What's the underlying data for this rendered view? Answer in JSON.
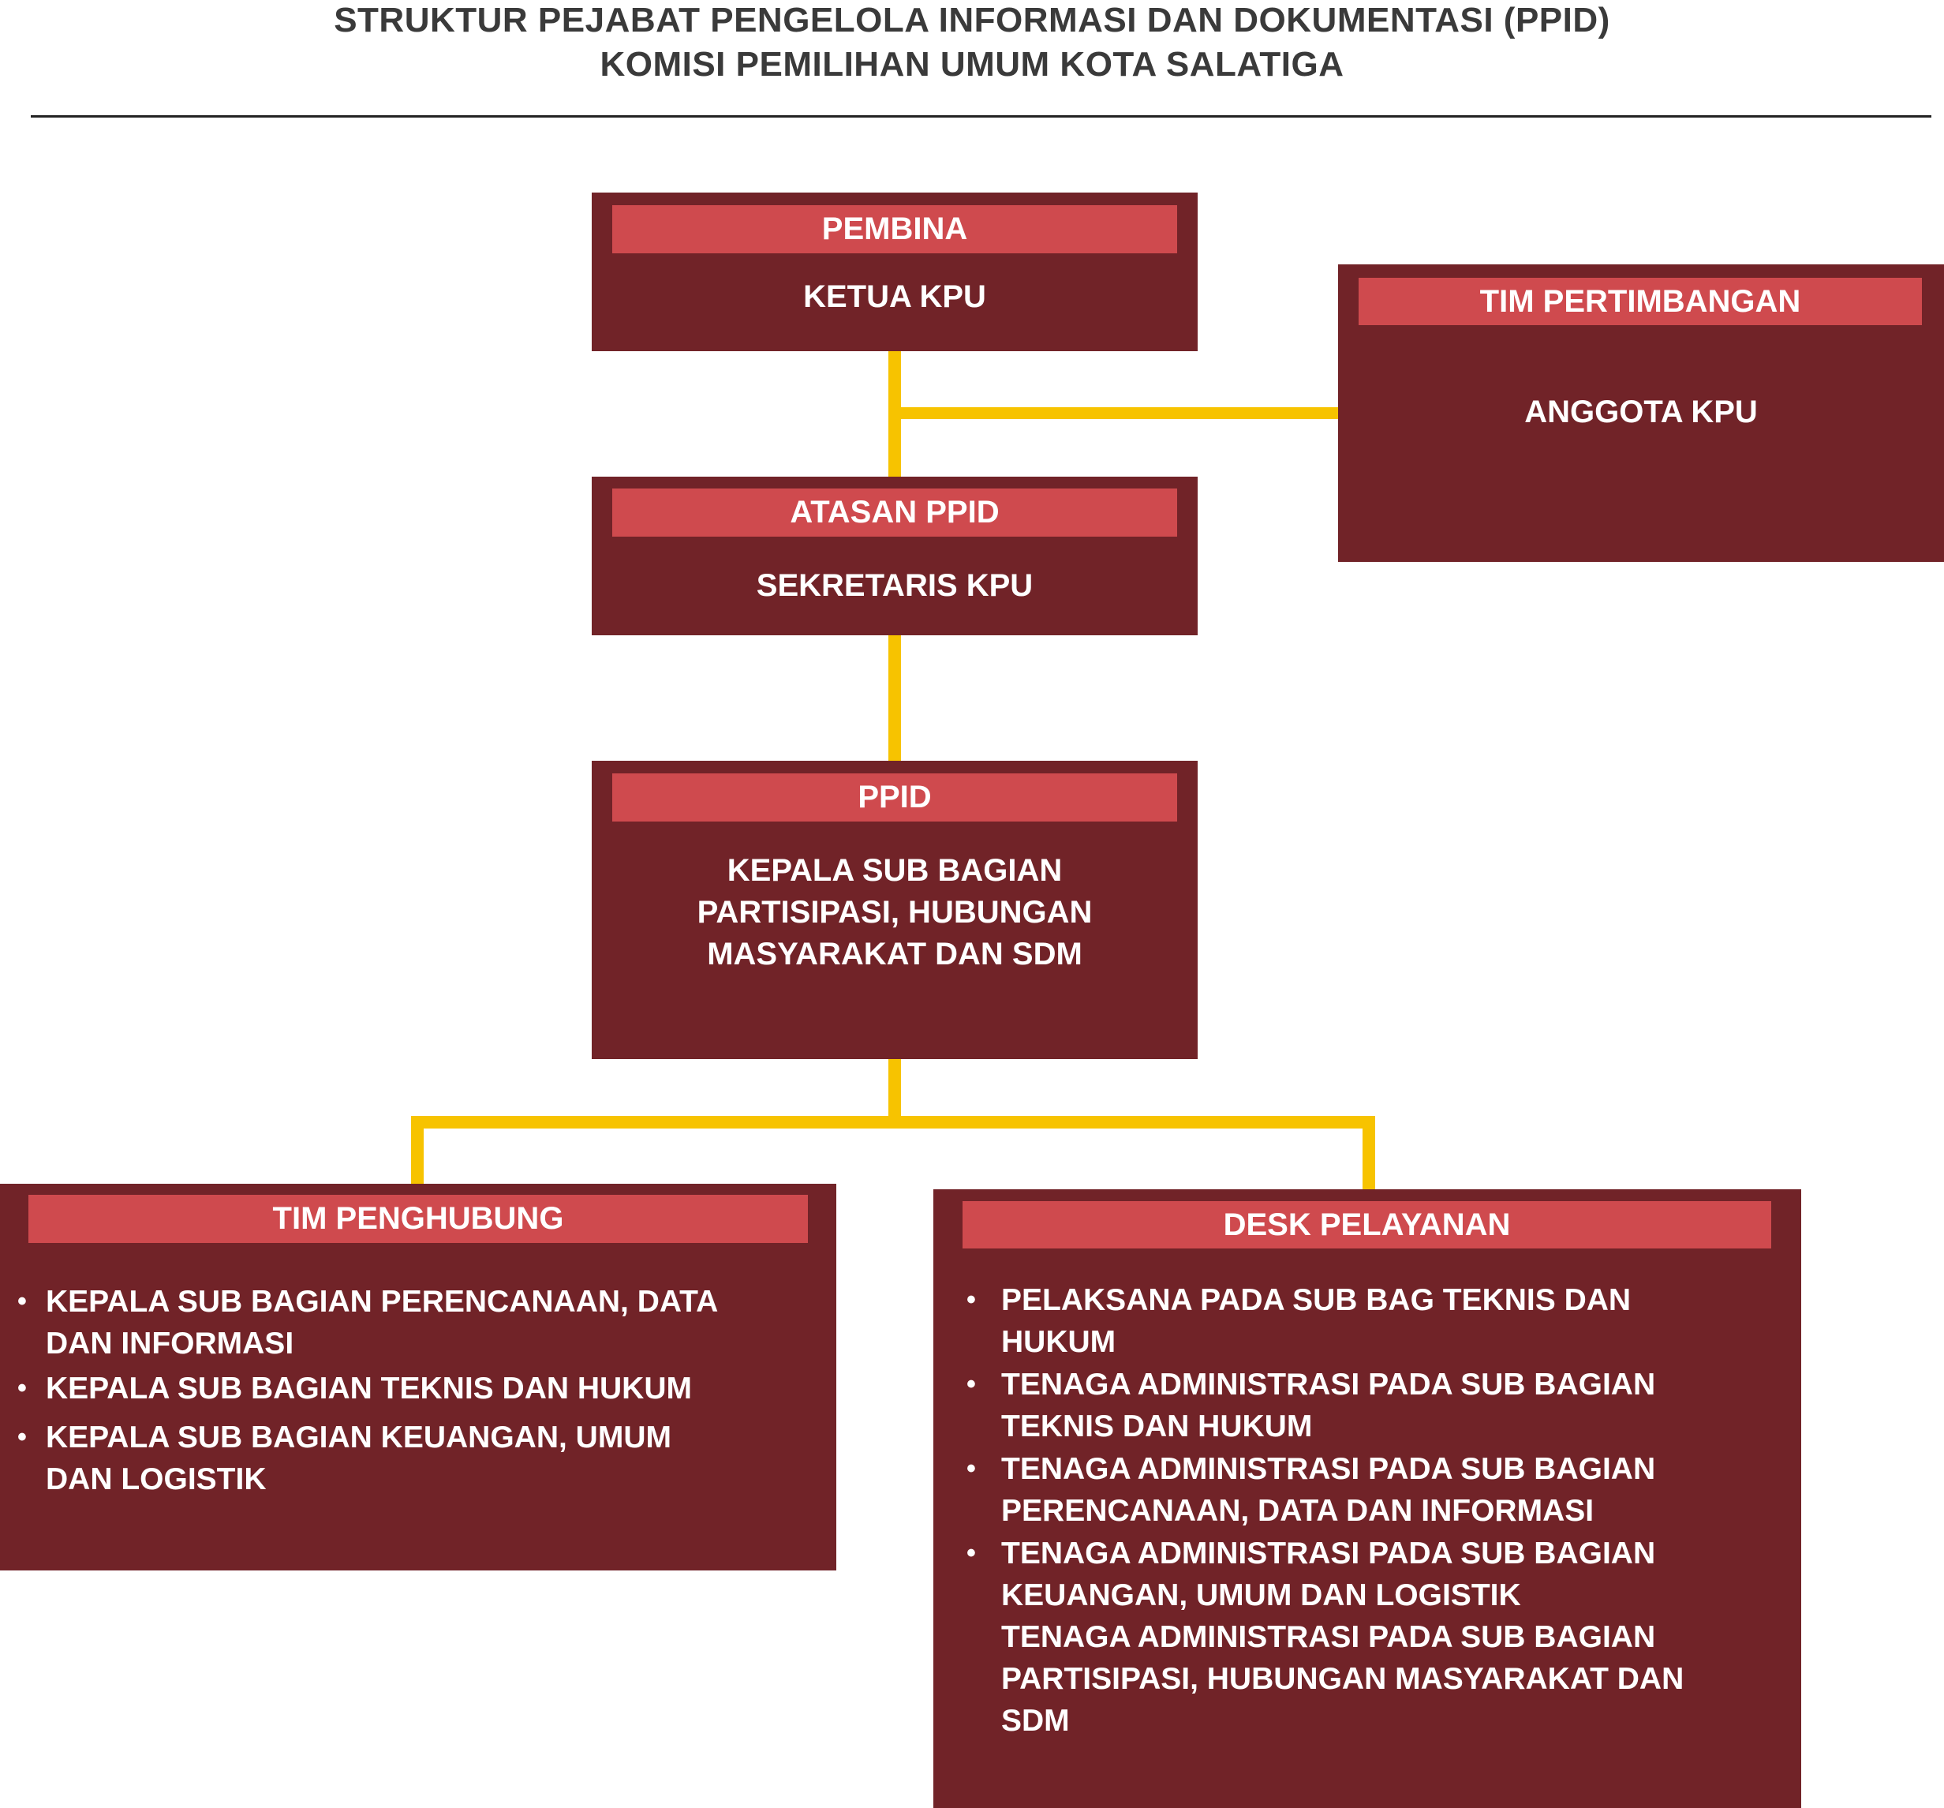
{
  "title": {
    "line1": "STRUKTUR PEJABAT PENGELOLA INFORMASI DAN DOKUMENTASI (PPID)",
    "line2": "KOMISI PEMILIHAN UMUM KOTA SALATIGA"
  },
  "colors": {
    "box_fill": "#712328",
    "header_fill": "#cf4a4e",
    "connector": "#f7c300",
    "text": "#ffffff"
  },
  "nodes": {
    "pembina": {
      "header": "PEMBINA",
      "body": "KETUA KPU"
    },
    "tim_pertimbangan": {
      "header": "TIM PERTIMBANGAN",
      "body": "ANGGOTA KPU"
    },
    "atasan_ppid": {
      "header": "ATASAN PPID",
      "body": "SEKRETARIS KPU"
    },
    "ppid": {
      "header": "PPID",
      "body_lines": [
        "KEPALA SUB BAGIAN",
        "PARTISIPASI, HUBUNGAN",
        "MASYARAKAT DAN SDM"
      ]
    },
    "tim_penghubung": {
      "header": "TIM PENGHUBUNG",
      "items": [
        {
          "lines": [
            "KEPALA SUB BAGIAN PERENCANAAN, DATA",
            "DAN INFORMASI"
          ]
        },
        {
          "lines": [
            "KEPALA SUB BAGIAN TEKNIS DAN HUKUM"
          ]
        },
        {
          "lines": [
            "KEPALA SUB BAGIAN KEUANGAN, UMUM",
            "DAN LOGISTIK"
          ]
        }
      ]
    },
    "desk_pelayanan": {
      "header": "DESK PELAYANAN",
      "items": [
        {
          "lines": [
            "PELAKSANA PADA SUB BAG TEKNIS DAN",
            "HUKUM"
          ]
        },
        {
          "lines": [
            "TENAGA ADMINISTRASI PADA SUB BAGIAN",
            "TEKNIS DAN HUKUM"
          ]
        },
        {
          "lines": [
            "TENAGA ADMINISTRASI PADA SUB BAGIAN",
            "PERENCANAAN, DATA DAN INFORMASI"
          ]
        },
        {
          "lines": [
            "TENAGA ADMINISTRASI PADA SUB BAGIAN",
            "KEUANGAN, UMUM DAN LOGISTIK"
          ]
        },
        {
          "lines": [
            "TENAGA ADMINISTRASI PADA SUB BAGIAN",
            "PARTISIPASI, HUBUNGAN MASYARAKAT DAN",
            "SDM"
          ]
        }
      ]
    }
  }
}
